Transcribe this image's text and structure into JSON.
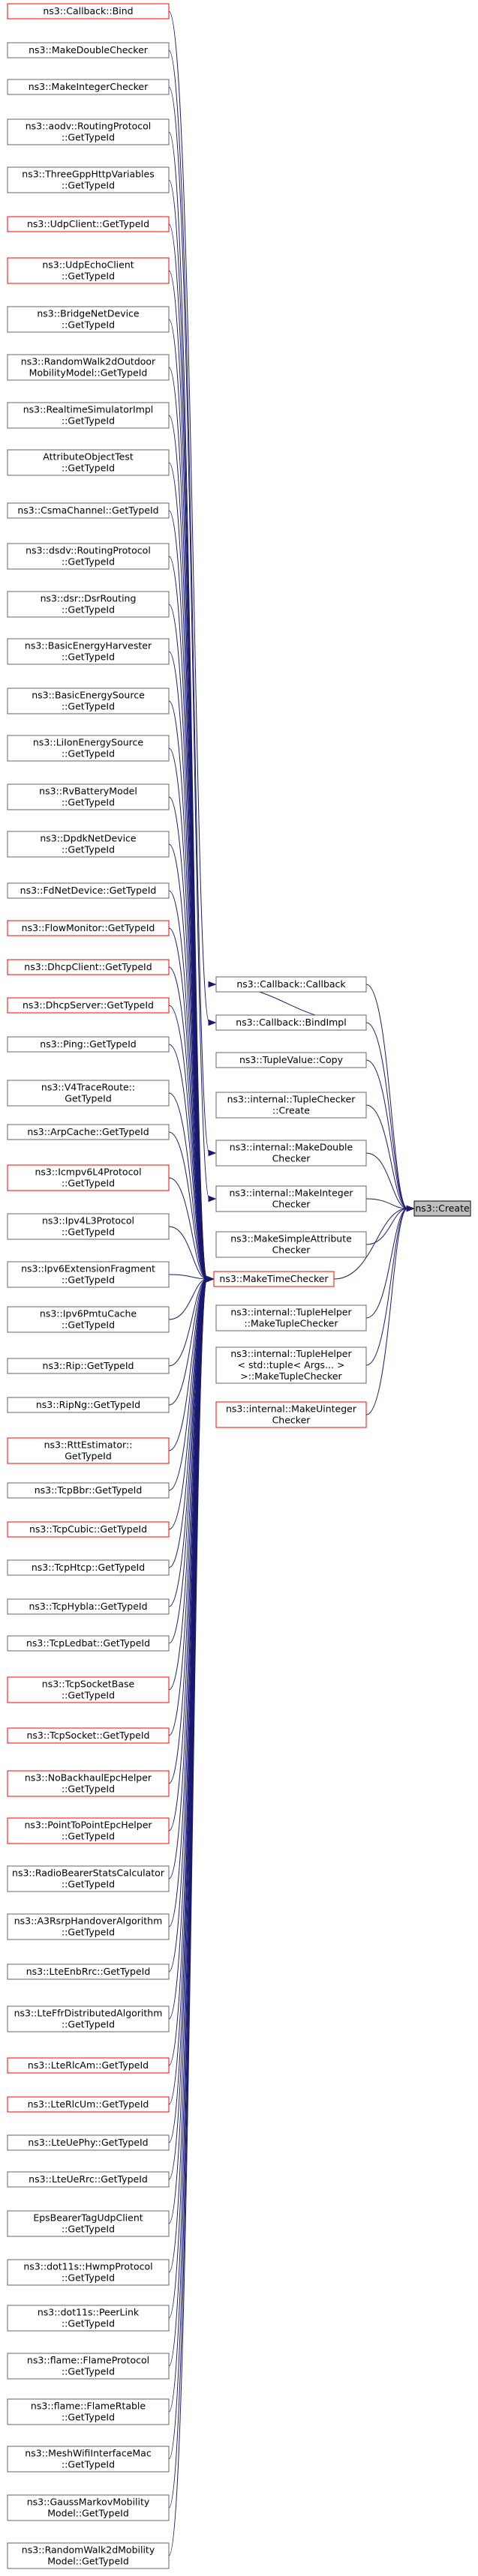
{
  "colors": {
    "edge": "#191970",
    "border_default": "#666666",
    "border_red": "#ff0000",
    "target_fill": "#bfbfbf"
  },
  "target": {
    "id": "create",
    "label": "ns3::Create"
  },
  "hub": {
    "id": "mtc",
    "label": "ns3::MakeTimeChecker",
    "red": true
  },
  "nodes": [
    {
      "id": "n0",
      "col": 0,
      "lines": [
        "ns3::Callback::Bind"
      ],
      "red": true
    },
    {
      "id": "n1",
      "col": 0,
      "lines": [
        "ns3::MakeDoubleChecker"
      ],
      "red": false
    },
    {
      "id": "n2",
      "col": 0,
      "lines": [
        "ns3::MakeIntegerChecker"
      ],
      "red": false
    },
    {
      "id": "n3",
      "col": 0,
      "lines": [
        "ns3::aodv::RoutingProtocol",
        "::GetTypeId"
      ],
      "red": false
    },
    {
      "id": "n4",
      "col": 0,
      "lines": [
        "ns3::ThreeGppHttpVariables",
        "::GetTypeId"
      ],
      "red": false
    },
    {
      "id": "n5",
      "col": 0,
      "lines": [
        "ns3::UdpClient::GetTypeId"
      ],
      "red": true
    },
    {
      "id": "n6",
      "col": 0,
      "lines": [
        "ns3::UdpEchoClient",
        "::GetTypeId"
      ],
      "red": true
    },
    {
      "id": "n7",
      "col": 0,
      "lines": [
        "ns3::BridgeNetDevice",
        "::GetTypeId"
      ],
      "red": false
    },
    {
      "id": "n8",
      "col": 0,
      "lines": [
        "ns3::RandomWalk2dOutdoor",
        "MobilityModel::GetTypeId"
      ],
      "red": false
    },
    {
      "id": "n9",
      "col": 0,
      "lines": [
        "ns3::RealtimeSimulatorImpl",
        "::GetTypeId"
      ],
      "red": false
    },
    {
      "id": "n10",
      "col": 0,
      "lines": [
        "AttributeObjectTest",
        "::GetTypeId"
      ],
      "red": false
    },
    {
      "id": "n11",
      "col": 0,
      "lines": [
        "ns3::CsmaChannel::GetTypeId"
      ],
      "red": false
    },
    {
      "id": "n12",
      "col": 0,
      "lines": [
        "ns3::dsdv::RoutingProtocol",
        "::GetTypeId"
      ],
      "red": false
    },
    {
      "id": "n13",
      "col": 0,
      "lines": [
        "ns3::dsr::DsrRouting",
        "::GetTypeId"
      ],
      "red": false
    },
    {
      "id": "n14",
      "col": 0,
      "lines": [
        "ns3::BasicEnergyHarvester",
        "::GetTypeId"
      ],
      "red": false
    },
    {
      "id": "n15",
      "col": 0,
      "lines": [
        "ns3::BasicEnergySource",
        "::GetTypeId"
      ],
      "red": false
    },
    {
      "id": "n16",
      "col": 0,
      "lines": [
        "ns3::LiIonEnergySource",
        "::GetTypeId"
      ],
      "red": false
    },
    {
      "id": "n17",
      "col": 0,
      "lines": [
        "ns3::RvBatteryModel",
        "::GetTypeId"
      ],
      "red": false
    },
    {
      "id": "n18",
      "col": 0,
      "lines": [
        "ns3::DpdkNetDevice",
        "::GetTypeId"
      ],
      "red": false
    },
    {
      "id": "n19",
      "col": 0,
      "lines": [
        "ns3::FdNetDevice::GetTypeId"
      ],
      "red": false
    },
    {
      "id": "n20",
      "col": 0,
      "lines": [
        "ns3::FlowMonitor::GetTypeId"
      ],
      "red": true
    },
    {
      "id": "n21",
      "col": 0,
      "lines": [
        "ns3::DhcpClient::GetTypeId"
      ],
      "red": true
    },
    {
      "id": "n22",
      "col": 0,
      "lines": [
        "ns3::DhcpServer::GetTypeId"
      ],
      "red": true
    },
    {
      "id": "n23",
      "col": 0,
      "lines": [
        "ns3::Ping::GetTypeId"
      ],
      "red": false
    },
    {
      "id": "n24",
      "col": 0,
      "lines": [
        "ns3::V4TraceRoute::",
        "GetTypeId"
      ],
      "red": false
    },
    {
      "id": "n25",
      "col": 0,
      "lines": [
        "ns3::ArpCache::GetTypeId"
      ],
      "red": false
    },
    {
      "id": "n26",
      "col": 0,
      "lines": [
        "ns3::Icmpv6L4Protocol",
        "::GetTypeId"
      ],
      "red": true
    },
    {
      "id": "n27",
      "col": 0,
      "lines": [
        "ns3::Ipv4L3Protocol",
        "::GetTypeId"
      ],
      "red": false
    },
    {
      "id": "n28",
      "col": 0,
      "lines": [
        "ns3::Ipv6ExtensionFragment",
        "::GetTypeId"
      ],
      "red": false
    },
    {
      "id": "n29",
      "col": 0,
      "lines": [
        "ns3::Ipv6PmtuCache",
        "::GetTypeId"
      ],
      "red": false
    },
    {
      "id": "n30",
      "col": 0,
      "lines": [
        "ns3::Rip::GetTypeId"
      ],
      "red": false
    },
    {
      "id": "n31",
      "col": 0,
      "lines": [
        "ns3::RipNg::GetTypeId"
      ],
      "red": false
    },
    {
      "id": "n32",
      "col": 0,
      "lines": [
        "ns3::RttEstimator::",
        "GetTypeId"
      ],
      "red": true
    },
    {
      "id": "n33",
      "col": 0,
      "lines": [
        "ns3::TcpBbr::GetTypeId"
      ],
      "red": false
    },
    {
      "id": "n34",
      "col": 0,
      "lines": [
        "ns3::TcpCubic::GetTypeId"
      ],
      "red": true
    },
    {
      "id": "n35",
      "col": 0,
      "lines": [
        "ns3::TcpHtcp::GetTypeId"
      ],
      "red": false
    },
    {
      "id": "n36",
      "col": 0,
      "lines": [
        "ns3::TcpHybla::GetTypeId"
      ],
      "red": false
    },
    {
      "id": "n37",
      "col": 0,
      "lines": [
        "ns3::TcpLedbat::GetTypeId"
      ],
      "red": false
    },
    {
      "id": "n38",
      "col": 0,
      "lines": [
        "ns3::TcpSocketBase",
        "::GetTypeId"
      ],
      "red": true
    },
    {
      "id": "n39",
      "col": 0,
      "lines": [
        "ns3::TcpSocket::GetTypeId"
      ],
      "red": true
    },
    {
      "id": "n40",
      "col": 0,
      "lines": [
        "ns3::NoBackhaulEpcHelper",
        "::GetTypeId"
      ],
      "red": true
    },
    {
      "id": "n41",
      "col": 0,
      "lines": [
        "ns3::PointToPointEpcHelper",
        "::GetTypeId"
      ],
      "red": true
    },
    {
      "id": "n42",
      "col": 0,
      "lines": [
        "ns3::RadioBearerStatsCalculator",
        "::GetTypeId"
      ],
      "red": false
    },
    {
      "id": "n43",
      "col": 0,
      "lines": [
        "ns3::A3RsrpHandoverAlgorithm",
        "::GetTypeId"
      ],
      "red": false
    },
    {
      "id": "n44",
      "col": 0,
      "lines": [
        "ns3::LteEnbRrc::GetTypeId"
      ],
      "red": false
    },
    {
      "id": "n45",
      "col": 0,
      "lines": [
        "ns3::LteFfrDistributedAlgorithm",
        "::GetTypeId"
      ],
      "red": false
    },
    {
      "id": "n46",
      "col": 0,
      "lines": [
        "ns3::LteRlcAm::GetTypeId"
      ],
      "red": true
    },
    {
      "id": "n47",
      "col": 0,
      "lines": [
        "ns3::LteRlcUm::GetTypeId"
      ],
      "red": true
    },
    {
      "id": "n48",
      "col": 0,
      "lines": [
        "ns3::LteUePhy::GetTypeId"
      ],
      "red": false
    },
    {
      "id": "n49",
      "col": 0,
      "lines": [
        "ns3::LteUeRrc::GetTypeId"
      ],
      "red": false
    },
    {
      "id": "n50",
      "col": 0,
      "lines": [
        "EpsBearerTagUdpClient",
        "::GetTypeId"
      ],
      "red": false
    },
    {
      "id": "n51",
      "col": 0,
      "lines": [
        "ns3::dot11s::HwmpProtocol",
        "::GetTypeId"
      ],
      "red": false
    },
    {
      "id": "n52",
      "col": 0,
      "lines": [
        "ns3::dot11s::PeerLink",
        "::GetTypeId"
      ],
      "red": false
    },
    {
      "id": "n53",
      "col": 0,
      "lines": [
        "ns3::flame::FlameProtocol",
        "::GetTypeId"
      ],
      "red": false
    },
    {
      "id": "n54",
      "col": 0,
      "lines": [
        "ns3::flame::FlameRtable",
        "::GetTypeId"
      ],
      "red": false
    },
    {
      "id": "n55",
      "col": 0,
      "lines": [
        "ns3::MeshWifiInterfaceMac",
        "::GetTypeId"
      ],
      "red": false
    },
    {
      "id": "n56",
      "col": 0,
      "lines": [
        "ns3::GaussMarkovMobility",
        "Model::GetTypeId"
      ],
      "red": false
    },
    {
      "id": "n57",
      "col": 0,
      "lines": [
        "ns3::RandomWalk2dMobility",
        "Model::GetTypeId"
      ],
      "red": false
    },
    {
      "id": "m0",
      "col": 1,
      "lines": [
        "ns3::Callback::Callback"
      ],
      "red": false
    },
    {
      "id": "m1",
      "col": 1,
      "lines": [
        "ns3::Callback::BindImpl"
      ],
      "red": false
    },
    {
      "id": "m2",
      "col": 1,
      "lines": [
        "ns3::TupleValue::Copy"
      ],
      "red": false
    },
    {
      "id": "m3",
      "col": 1,
      "lines": [
        "ns3::internal::TupleChecker",
        "::Create"
      ],
      "red": false
    },
    {
      "id": "m4",
      "col": 1,
      "lines": [
        "ns3::internal::MakeDouble",
        "Checker"
      ],
      "red": false
    },
    {
      "id": "m5",
      "col": 1,
      "lines": [
        "ns3::internal::MakeInteger",
        "Checker"
      ],
      "red": false
    },
    {
      "id": "m6",
      "col": 1,
      "lines": [
        "ns3::MakeSimpleAttribute",
        "Checker"
      ],
      "red": false
    },
    {
      "id": "m7",
      "col": 1,
      "lines": [
        "ns3::internal::TupleHelper",
        "::MakeTupleChecker"
      ],
      "red": false
    },
    {
      "id": "m8",
      "col": 1,
      "lines": [
        "ns3::internal::TupleHelper",
        "< std::tuple< Args... >",
        ">::MakeTupleChecker"
      ],
      "red": false
    },
    {
      "id": "m9",
      "col": 1,
      "lines": [
        "ns3::internal::MakeUinteger",
        "Checker"
      ],
      "red": true
    }
  ],
  "edges": [
    [
      "n0",
      "m1"
    ],
    [
      "n1",
      "m4"
    ],
    [
      "n2",
      "m5"
    ],
    [
      "m0",
      "create"
    ],
    [
      "m1",
      "m0"
    ],
    [
      "m1",
      "create"
    ],
    [
      "m2",
      "create"
    ],
    [
      "m3",
      "create"
    ],
    [
      "m4",
      "create"
    ],
    [
      "m5",
      "create"
    ],
    [
      "m6",
      "create"
    ],
    [
      "m7",
      "create"
    ],
    [
      "m8",
      "create"
    ],
    [
      "m9",
      "create"
    ],
    [
      "mtc",
      "create"
    ]
  ],
  "hub_sources": "all_col0_except_first_three"
}
